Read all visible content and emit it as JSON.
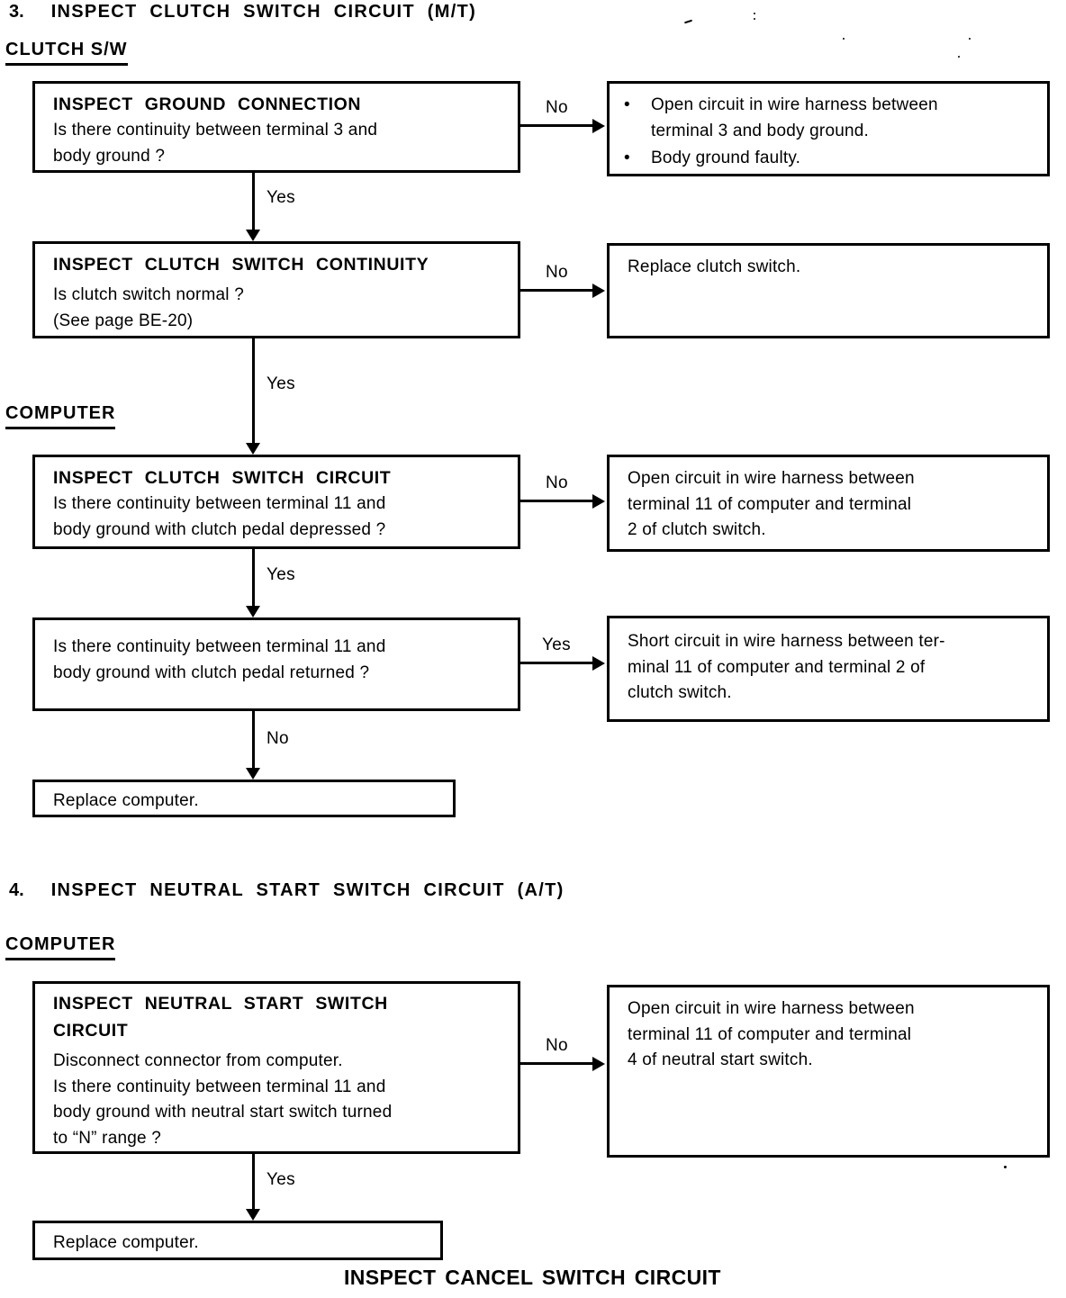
{
  "s3": {
    "number": "3.",
    "title": "INSPECT CLUTCH SWITCH CIRCUIT (M/T)",
    "label_clutch": "CLUTCH S/W",
    "label_computer": "COMPUTER",
    "box1": {
      "title": "INSPECT GROUND CONNECTION",
      "body": [
        "Is there continuity between terminal 3 and",
        "body ground ?"
      ]
    },
    "r1": {
      "bullet_glyph": "•",
      "bullets": [
        {
          "lines": [
            "Open circuit in wire harness between",
            "terminal 3 and body ground."
          ]
        },
        {
          "lines": [
            "Body ground faulty."
          ]
        }
      ]
    },
    "box2": {
      "title": "INSPECT CLUTCH SWITCH CONTINUITY",
      "body": [
        "Is clutch switch normal ?",
        "(See page BE-20)"
      ]
    },
    "r2": {
      "text": "Replace clutch switch."
    },
    "box3": {
      "title": "INSPECT CLUTCH SWITCH CIRCUIT",
      "body": [
        "Is there continuity between terminal 11 and",
        "body ground with clutch pedal depressed ?"
      ]
    },
    "r3": {
      "lines": [
        "Open circuit in wire harness between",
        "terminal 11 of computer and terminal",
        "2 of clutch switch."
      ]
    },
    "box4": {
      "body": [
        "Is there continuity between terminal 11 and",
        "body ground with clutch pedal returned ?"
      ]
    },
    "r4": {
      "lines": [
        "Short circuit in wire harness between ter-",
        "minal 11 of computer and terminal 2 of",
        "clutch switch."
      ]
    },
    "box5": {
      "text": "Replace computer."
    },
    "edges": {
      "no1": "No",
      "yes1": "Yes",
      "no2": "No",
      "yes2": "Yes",
      "no3": "No",
      "yes3": "Yes",
      "yes4": "Yes",
      "no4": "No"
    }
  },
  "s4": {
    "number": "4.",
    "title": "INSPECT NEUTRAL START SWITCH CIRCUIT (A/T)",
    "label_computer": "COMPUTER",
    "box6": {
      "title": [
        "INSPECT NEUTRAL START SWITCH",
        "CIRCUIT"
      ],
      "body": [
        "Disconnect connector from computer.",
        "Is there continuity between terminal 11 and",
        "body ground with neutral start switch turned",
        "to “N” range ?"
      ]
    },
    "r6": {
      "lines": [
        "Open circuit in wire harness between",
        "terminal 11 of computer and terminal",
        "4 of neutral start switch."
      ]
    },
    "box7": {
      "text": "Replace computer."
    },
    "edges": {
      "no1": "No",
      "yes1": "Yes"
    }
  },
  "footer": "INSPECT CANCEL SWITCH CIRCUIT"
}
